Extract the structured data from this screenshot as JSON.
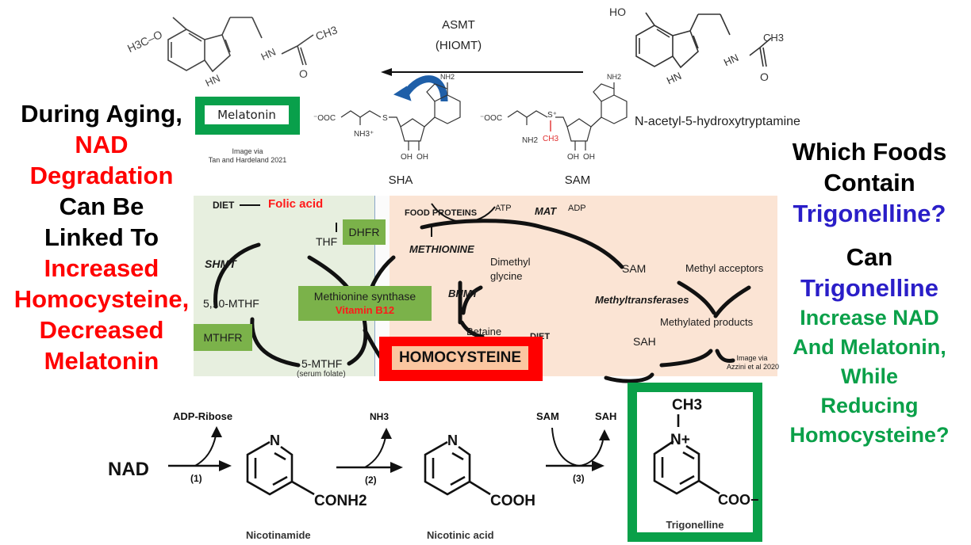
{
  "left_panel": {
    "lines": [
      {
        "text": "During Aging,",
        "color": "black"
      },
      {
        "text": "NAD",
        "color": "red"
      },
      {
        "text": "Degradation",
        "color": "red"
      },
      {
        "text": "Can Be",
        "color": "black"
      },
      {
        "text": "Linked To",
        "color": "black"
      },
      {
        "text": "Increased",
        "color": "red"
      },
      {
        "text": "Homocysteine,",
        "color": "red"
      },
      {
        "text": "Decreased",
        "color": "red"
      },
      {
        "text": "Melatonin",
        "color": "red"
      }
    ]
  },
  "right_panel": {
    "lines": [
      {
        "text": "Which Foods",
        "color": "black"
      },
      {
        "text": "Contain",
        "color": "black"
      },
      {
        "text": "Trigonelline?",
        "color": "blue"
      },
      {
        "text": "Can",
        "color": "black"
      },
      {
        "text": "Trigonelline",
        "color": "blue"
      },
      {
        "text": "Increase NAD",
        "color": "green"
      },
      {
        "text": "And Melatonin,",
        "color": "green"
      },
      {
        "text": "While",
        "color": "green"
      },
      {
        "text": "Reducing",
        "color": "green"
      },
      {
        "text": "Homocysteine?",
        "color": "green"
      }
    ]
  },
  "melatonin_reaction": {
    "enzyme": "ASMT",
    "enzyme_alias": "(HIOMT)",
    "product_label": "Melatonin",
    "substrate_label": "N-acetyl-5-hydroxytryptamine",
    "cofactor_in": "SAM",
    "cofactor_out": "SHA",
    "credit_line1": "Image via",
    "credit_line2": "Tan and Hardeland 2021",
    "melatonin_groups": {
      "methoxy": "H3C–O",
      "nh_ring": "HN",
      "amide_nh": "HN",
      "methyl": "CH3",
      "oxygen": "O"
    },
    "substrate_groups": {
      "hydroxy": "HO",
      "nh_ring": "HN",
      "amide_nh": "HN",
      "methyl": "CH3",
      "oxygen": "O"
    },
    "sha_groups": {
      "carboxylate": "⁻OOC",
      "amine": "NH3⁺",
      "sulfur": "S",
      "amino": "NH2",
      "oh1": "OH",
      "oh2": "OH"
    },
    "sam_groups": {
      "carboxylate": "⁻OOC",
      "amine": "NH2",
      "sulfur": "S⁺",
      "methyl": "CH3",
      "amino": "NH2",
      "oh1": "OH",
      "oh2": "OH"
    }
  },
  "pathway": {
    "folate_cycle": {
      "diet": "DIET",
      "folic_acid": "Folic acid",
      "dhfr": "DHFR",
      "thf": "THF",
      "shmt": "SHMT",
      "mthf_510": "5,10-MTHF",
      "mthfr": "MTHFR",
      "mthf_5": "5-MTHF",
      "serum_folate": "(serum folate)"
    },
    "methionine_synthase": "Methionine synthase",
    "vitamin_b12": "Vitamin B12",
    "methionine_cycle": {
      "food_proteins": "FOOD PROTEINS",
      "methionine": "METHIONINE",
      "atp": "ATP",
      "mat": "MAT",
      "adp": "ADP",
      "sam": "SAM",
      "methyl_acceptors": "Methyl acceptors",
      "methyltransferases": "Methyltransferases",
      "methylated_products": "Methylated products",
      "sah": "SAH",
      "dimethyl": "Dimethyl",
      "glycine": "glycine",
      "bhmt": "BHMT",
      "betaine": "Betaine",
      "diet": "DIET"
    },
    "homocysteine": "HOMOCYSTEINE",
    "credit_line1": "Image via",
    "credit_line2": "Azzini et al  2020"
  },
  "nad_pathway": {
    "nad": "NAD",
    "step1": "(1)",
    "step1_byproduct": "ADP-Ribose",
    "nicotinamide_group": "CONH2",
    "nicotinamide": "Nicotinamide",
    "step2": "(2)",
    "step2_byproduct": "NH3",
    "nicotinic_group": "COOH",
    "nicotinic_acid": "Nicotinic acid",
    "step3": "(3)",
    "step3_in": "SAM",
    "step3_out": "SAH",
    "trigonelline_methyl": "CH3",
    "trigonelline_n": "N+",
    "trigonelline_group": "COO−",
    "trigonelline": "Trigonelline",
    "ring_n": "N"
  },
  "colors": {
    "red": "#ff0000",
    "blue": "#2a1ec8",
    "green": "#0aa049",
    "enzyme_green": "#7bb24a",
    "folate_panel": "#e7efdf",
    "methionine_panel": "#fbe4d4",
    "homocysteine_fill": "#fbc6a0",
    "curved_arrow_blue": "#1f5fa8"
  }
}
